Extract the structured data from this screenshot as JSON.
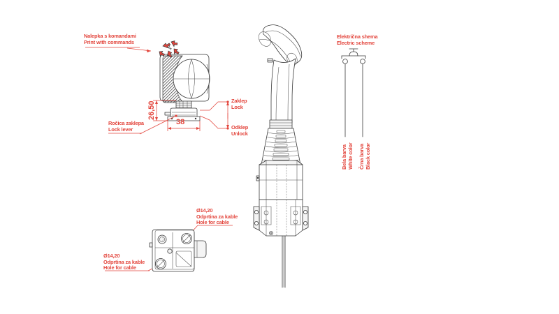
{
  "drawing": {
    "title": "Joystick technical drawing",
    "background_color": "#ffffff",
    "line_color": "#3a3a3a",
    "annotation_color": "#e3453c"
  },
  "annotations": {
    "decal": {
      "line_sl": "Nalepka s komandami",
      "line_en": "Print with commands",
      "icon": "control-decal-icon"
    },
    "lock_lever": {
      "line_sl": "Ročica zaklepa",
      "line_en": "Lock lever"
    },
    "lock": {
      "line_sl": "Zaklep",
      "line_en": "Lock"
    },
    "unlock": {
      "line_sl": "Odklep",
      "line_en": "Unlock"
    },
    "electric_scheme": {
      "line_sl": "Električna shema",
      "line_en": "Electric scheme"
    },
    "white_wire": {
      "line_sl": "Bela barva",
      "line_en": "White color"
    },
    "black_wire": {
      "line_sl": "Črna barva",
      "line_en": "Black color"
    },
    "cable_hole_upper": {
      "diameter": "Ø14,20",
      "line_sl": "Odprtina za kable",
      "line_en": "Hole for cable"
    },
    "cable_hole_lower": {
      "diameter": "Ø14,20",
      "line_sl": "Odprtina za kable",
      "line_en": "Hole for cable"
    }
  },
  "dimensions": {
    "height_vertical": "26,50",
    "width_horizontal": "38"
  },
  "views": {
    "handle_top": "handle-top-view",
    "main_elevation": "joystick-main-elevation",
    "base_bottom": "base-plate-bottom-view",
    "scheme": "electric-scheme-symbol"
  }
}
